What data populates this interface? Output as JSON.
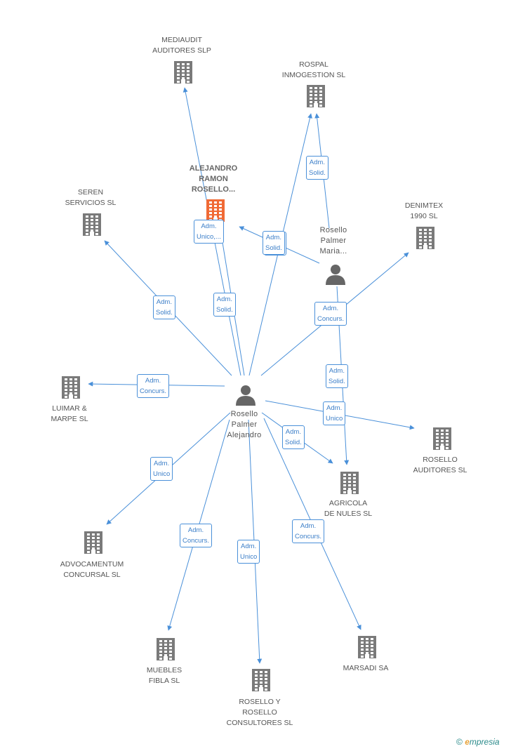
{
  "colors": {
    "edge": "#4a90d9",
    "building": "#7a7a7a",
    "highlight": "#f06a35",
    "person": "#666666"
  },
  "companies": [
    {
      "id": "mediaudit",
      "label": [
        "MEDIAUDIT",
        "AUDITORES SLP"
      ],
      "icon": "building-icon"
    },
    {
      "id": "rospal",
      "label": [
        "ROSPAL",
        "INMOGESTION SL"
      ],
      "icon": "building-icon"
    },
    {
      "id": "seren",
      "label": [
        "SEREN",
        "SERVICIOS SL"
      ],
      "icon": "building-icon"
    },
    {
      "id": "alejandro_ramon",
      "label": [
        "ALEJANDRO",
        "RAMON",
        "ROSELLO..."
      ],
      "icon": "building-icon",
      "highlight": true
    },
    {
      "id": "denimtex",
      "label": [
        "DENIMTEX",
        "1990  SL"
      ],
      "icon": "building-icon"
    },
    {
      "id": "luimar",
      "label": [
        "LUIMAR &",
        "MARPE SL"
      ],
      "icon": "building-icon"
    },
    {
      "id": "rosello_auditores",
      "label": [
        "ROSELLO",
        "AUDITORES SL"
      ],
      "icon": "building-icon"
    },
    {
      "id": "agricola",
      "label": [
        "AGRICOLA",
        "DE NULES SL"
      ],
      "icon": "building-icon"
    },
    {
      "id": "advocamentum",
      "label": [
        "ADVOCAMENTUM",
        "CONCURSAL SL"
      ],
      "icon": "building-icon"
    },
    {
      "id": "muebles",
      "label": [
        "MUEBLES",
        "FIBLA SL"
      ],
      "icon": "building-icon"
    },
    {
      "id": "rosello_y_rosello",
      "label": [
        "ROSELLO Y",
        "ROSELLO",
        "CONSULTORES SL"
      ],
      "icon": "building-icon"
    },
    {
      "id": "marsadi",
      "label": [
        "MARSADI SA"
      ],
      "icon": "building-icon"
    }
  ],
  "people": [
    {
      "id": "maria",
      "label": [
        "Rosello",
        "Palmer",
        "Maria..."
      ],
      "icon": "person-icon"
    },
    {
      "id": "alejandro",
      "label": [
        "Rosello",
        "Palmer",
        "Alejandro"
      ],
      "icon": "person-icon"
    }
  ],
  "edges": [
    {
      "from": "alejandro",
      "to": "mediaudit",
      "label": [
        "Adm.",
        "Solid."
      ]
    },
    {
      "from": "alejandro",
      "to": "rospal",
      "label": [
        "Adm.",
        "Solid."
      ]
    },
    {
      "from": "alejandro",
      "to": "seren",
      "label": [
        "Adm.",
        "Solid."
      ]
    },
    {
      "from": "alejandro",
      "to": "alejandro_ramon",
      "label": [
        "Adm.",
        "Unico,..."
      ]
    },
    {
      "from": "alejandro",
      "to": "denimtex",
      "label": [
        "Adm.",
        "Concurs."
      ]
    },
    {
      "from": "alejandro",
      "to": "luimar",
      "label": [
        "Adm.",
        "Concurs."
      ]
    },
    {
      "from": "alejandro",
      "to": "rosello_auditores",
      "label": [
        "Adm.",
        "Unico"
      ]
    },
    {
      "from": "alejandro",
      "to": "agricola",
      "label": [
        "Adm.",
        "Solid."
      ]
    },
    {
      "from": "alejandro",
      "to": "advocamentum",
      "label": [
        "Adm.",
        "Unico"
      ]
    },
    {
      "from": "alejandro",
      "to": "muebles",
      "label": [
        "Adm.",
        "Concurs."
      ]
    },
    {
      "from": "alejandro",
      "to": "rosello_y_rosello",
      "label": [
        "Adm.",
        "Unico"
      ]
    },
    {
      "from": "alejandro",
      "to": "marsadi",
      "label": [
        "Adm.",
        "Concurs."
      ]
    },
    {
      "from": "maria",
      "to": "rospal",
      "label": [
        "Adm.",
        "Solid."
      ]
    },
    {
      "from": "maria",
      "to": "alejandro_ramon",
      "label": [
        "Adm.",
        "Solid."
      ]
    },
    {
      "from": "maria",
      "to": "agricola",
      "label": [
        "Adm.",
        "Solid."
      ]
    }
  ],
  "brand": {
    "copyright": "©",
    "e": "e",
    "rest": "mpresia"
  }
}
